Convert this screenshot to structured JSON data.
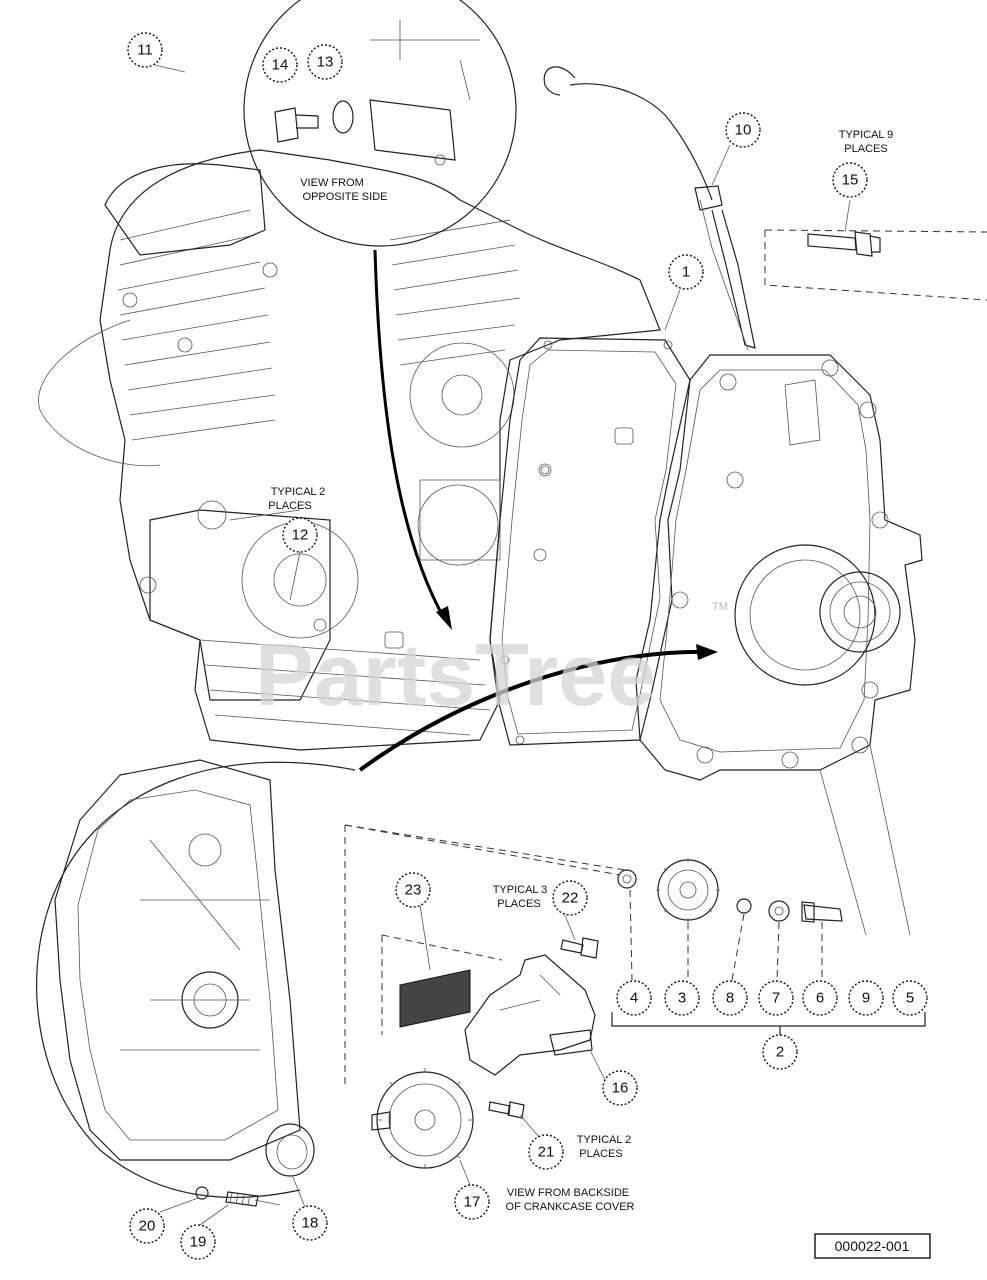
{
  "callouts": [
    {
      "label": "11"
    },
    {
      "label": "14"
    },
    {
      "label": "13"
    },
    {
      "label": "10"
    },
    {
      "label": "15"
    },
    {
      "label": "1"
    },
    {
      "label": "12"
    },
    {
      "label": "23"
    },
    {
      "label": "22"
    },
    {
      "label": "4"
    },
    {
      "label": "3"
    },
    {
      "label": "8"
    },
    {
      "label": "7"
    },
    {
      "label": "6"
    },
    {
      "label": "9"
    },
    {
      "label": "5"
    },
    {
      "label": "2"
    },
    {
      "label": "16"
    },
    {
      "label": "21"
    },
    {
      "label": "17"
    },
    {
      "label": "18"
    },
    {
      "label": "20"
    },
    {
      "label": "19"
    }
  ],
  "notes": {
    "typical9_l1": "TYPICAL 9",
    "typical9_l2": "PLACES",
    "view_opposite_l1": "VIEW FROM",
    "view_opposite_l2": "OPPOSITE SIDE",
    "typical2a_l1": "TYPICAL 2",
    "typical2a_l2": "PLACES",
    "typical3_l1": "TYPICAL 3",
    "typical3_l2": "PLACES",
    "typical2b_l1": "TYPICAL 2",
    "typical2b_l2": "PLACES",
    "view_backside_l1": "VIEW FROM BACKSIDE",
    "view_backside_l2": "OF CRANKCASE COVER"
  },
  "watermark": "PartsTree",
  "watermark_tm": "TM",
  "doc_id": "000022-001"
}
